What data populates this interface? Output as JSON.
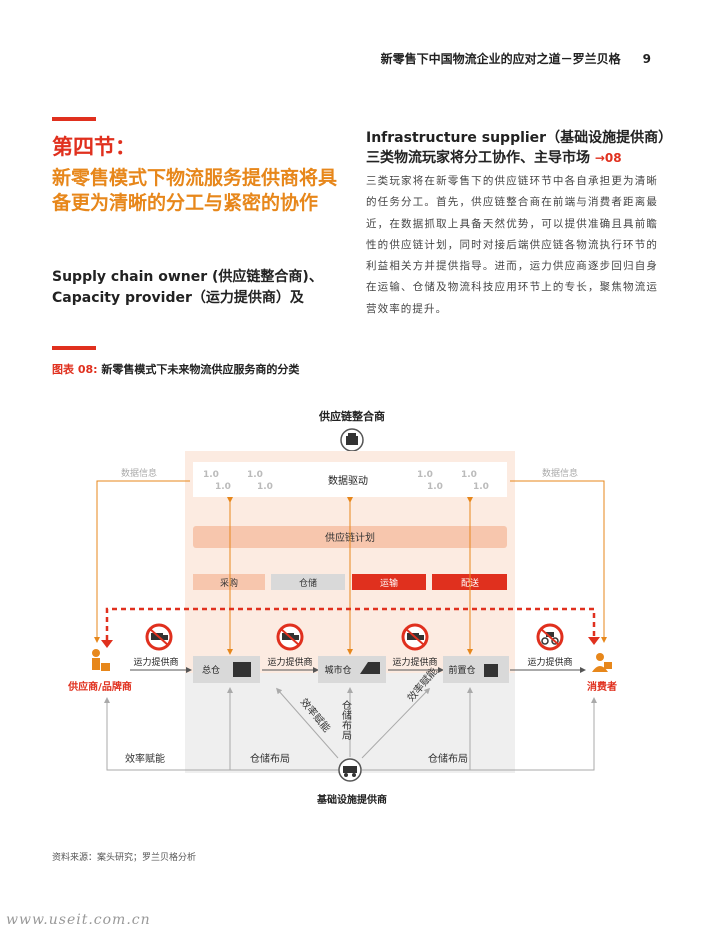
{
  "header": {
    "title": "新零售下中国物流企业的应对之道－罗兰贝格",
    "page_number": "9"
  },
  "section": {
    "heading": "第四节：",
    "title": "新零售模式下物流服务提供商将具备更为清晰的分工与紧密的协作",
    "subtitle": "Supply chain owner (供应链整合商)、Capacity provider（运力提供商）及"
  },
  "right_col": {
    "title_line1": "Infrastructure supplier（基础设施提供商）",
    "title_line2": "三类物流玩家将分工协作、主导市场",
    "ref": "→08",
    "body": "三类玩家将在新零售下的供应链环节中各自承担更为清晰的任务分工。首先，供应链整合商在前端与消费者距离最近，在数据抓取上具备天然优势，可以提供准确且具前瞻性的供应链计划，同时对接后端供应链各物流执行环节的利益相关方并提供指导。进而，运力供应商逐步回归自身在运输、仓储及物流科技应用环节上的专长，聚焦物流运营效率的提升。"
  },
  "figure": {
    "label_prefix": "图表 08:",
    "label": "新零售模式下未来物流供应服务商的分类",
    "supply_chain_owner": "供应链整合商",
    "data_info_left": "数据信息",
    "data_info_right": "数据信息",
    "data_driven": "数据驱动",
    "data_icon_text": "1.0",
    "supply_plan": "供应链计划",
    "procurement": "采购",
    "storage": "仓储",
    "transport": "运输",
    "delivery": "配送",
    "supplier": "供应商/品牌商",
    "consumer": "消费者",
    "capacity_1": "运力提供商",
    "capacity_2": "运力提供商",
    "capacity_3": "运力提供商",
    "capacity_4": "运力提供商",
    "main_wh": "总仓",
    "city_wh": "城市仓",
    "front_wh": "前置仓",
    "eff_enable_left": "效率赋能",
    "eff_enable_diag_left": "效率赋能",
    "eff_enable_diag_right": "效率赋能",
    "storage_layout_vert": "仓储布局",
    "storage_layout_left": "仓储布局",
    "storage_layout_right": "仓储布局",
    "infra": "基础设施提供商",
    "colors": {
      "red": "#e0301e",
      "orange": "#e7871b",
      "light": "#fcebe1",
      "salmon": "#f7c6ad",
      "gray": "#d9d9d9"
    }
  },
  "source": "资料来源：案头研究；罗兰贝格分析",
  "watermark": "www.useit.com.cn"
}
